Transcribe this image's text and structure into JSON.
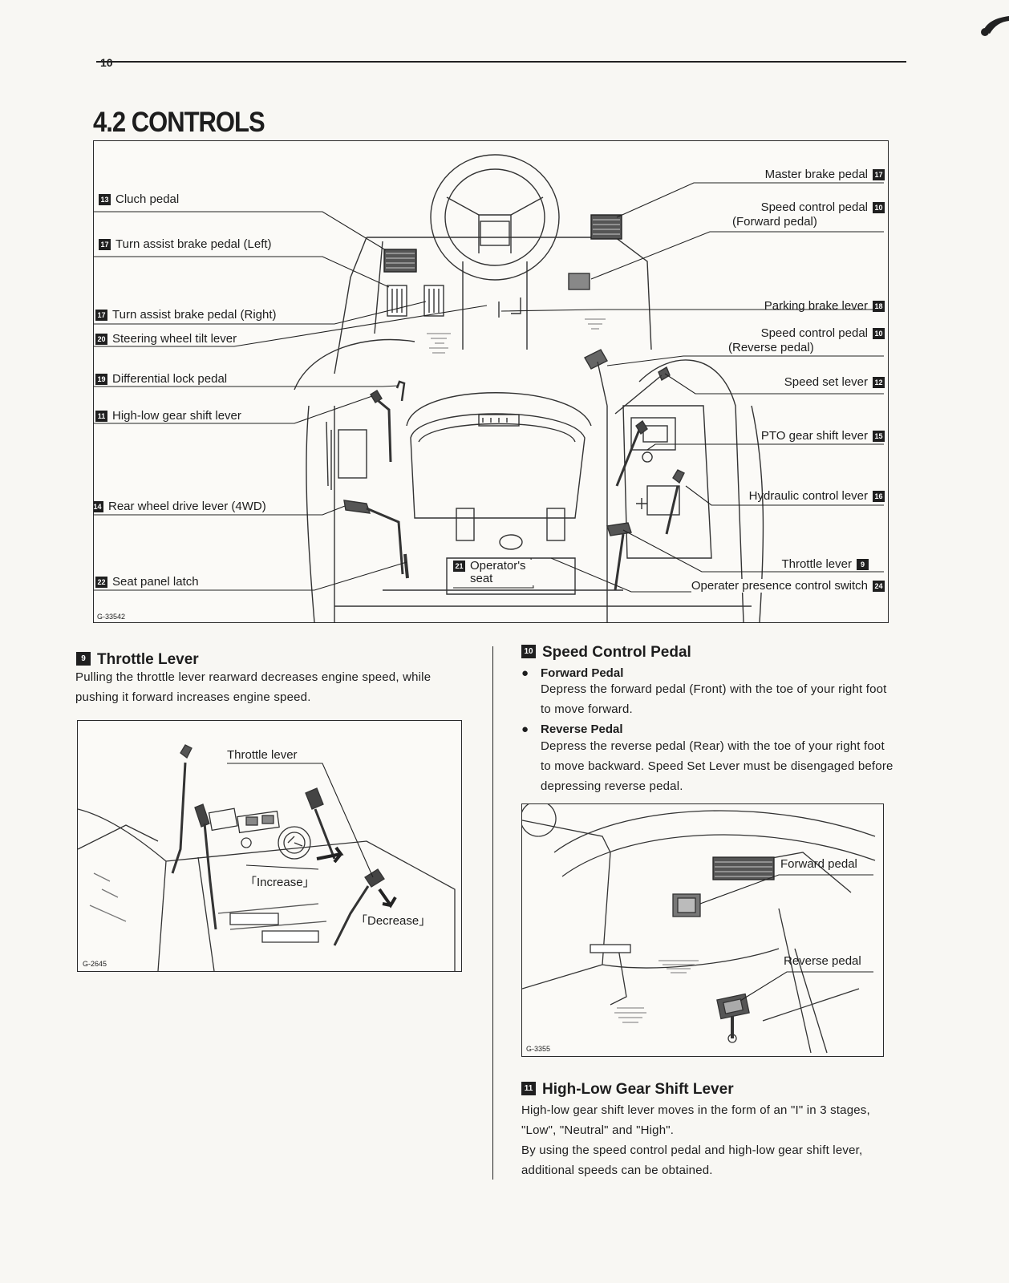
{
  "page": {
    "number": "10",
    "section_title": "4.2 CONTROLS"
  },
  "diagram": {
    "fig_code": "G-33542",
    "callouts": [
      {
        "num": "13",
        "label": "Cluch pedal"
      },
      {
        "num": "17",
        "label": "Turn assist brake pedal (Left)"
      },
      {
        "num": "17",
        "label": "Turn assist brake pedal (Right)"
      },
      {
        "num": "20",
        "label": "Steering wheel tilt lever"
      },
      {
        "num": "19",
        "label": "Differential lock pedal"
      },
      {
        "num": "11",
        "label": "High-low gear shift lever"
      },
      {
        "num": "14",
        "label": "Rear wheel drive lever (4WD)"
      },
      {
        "num": "22",
        "label": "Seat panel latch"
      },
      {
        "num": "21",
        "label": "Operator's seat"
      },
      {
        "num": "17",
        "label": "Master brake pedal"
      },
      {
        "num": "10",
        "label": "Speed control pedal",
        "sub": "(Forward pedal)"
      },
      {
        "num": "18",
        "label": "Parking brake lever"
      },
      {
        "num": "10",
        "label": "Speed control pedal",
        "sub": "(Reverse pedal)"
      },
      {
        "num": "12",
        "label": "Speed set lever"
      },
      {
        "num": "15",
        "label": "PTO gear shift lever"
      },
      {
        "num": "16",
        "label": "Hydraulic control lever"
      },
      {
        "num": "9",
        "label": "Throttle lever"
      },
      {
        "num": "24",
        "label": "Operater presence control switch"
      }
    ]
  },
  "throttle": {
    "num": "9",
    "heading": "Throttle Lever",
    "body": "Pulling the throttle lever rearward decreases engine speed, while pushing it forward increases engine speed.",
    "figure": {
      "label": "Throttle lever",
      "increase": "「Increase」",
      "decrease": "「Decrease」",
      "fig_code": "G-2645"
    }
  },
  "speed_control": {
    "num": "10",
    "heading": "Speed Control Pedal",
    "items": [
      {
        "title": "Forward Pedal",
        "text": "Depress the forward pedal (Front) with the toe of your right foot to move forward."
      },
      {
        "title": "Reverse Pedal",
        "text": "Depress the reverse pedal (Rear) with the toe of your right foot to move backward. Speed Set Lever must be disengaged before depressing reverse pedal."
      }
    ],
    "figure": {
      "forward_label": "Forward pedal",
      "reverse_label": "Reverse pedal",
      "fig_code": "G-3355"
    }
  },
  "high_low": {
    "num": "11",
    "heading": "High-Low Gear Shift Lever",
    "body_1": "High-low gear shift lever moves in the form of an \"I\" in 3 stages, \"Low\", \"Neutral\" and \"High\".",
    "body_2": "By using the speed control pedal and high-low gear shift lever, additional speeds can be obtained."
  }
}
